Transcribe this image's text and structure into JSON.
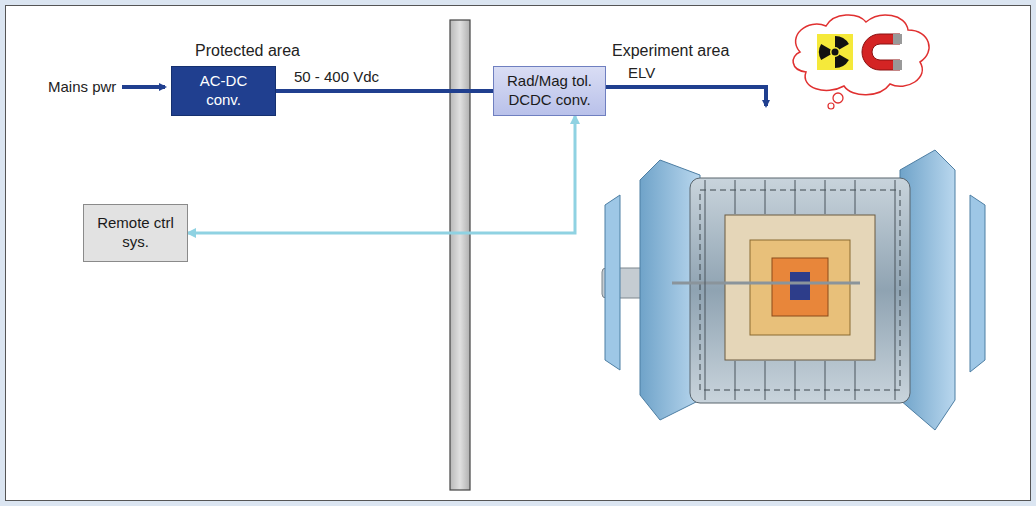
{
  "diagram": {
    "nodes": [
      {
        "text": [
          "AC-DC conv."
        ]
      },
      {
        "text": [
          "Rad/Mag tol. DCDC conv."
        ]
      },
      {
        "text": [
          "Remote ctrl sys."
        ]
      }
    ],
    "edges": [
      {
        "from": 0,
        "to": 1,
        "label": "50 - 400 Vdc",
        "arrow": "none"
      },
      {
        "from": 1,
        "to": 2,
        "arrow": "both"
      }
    ],
    "labels": [
      "Protected area",
      "Experiment area",
      "Mains pwr",
      "ELV"
    ]
  }
}
